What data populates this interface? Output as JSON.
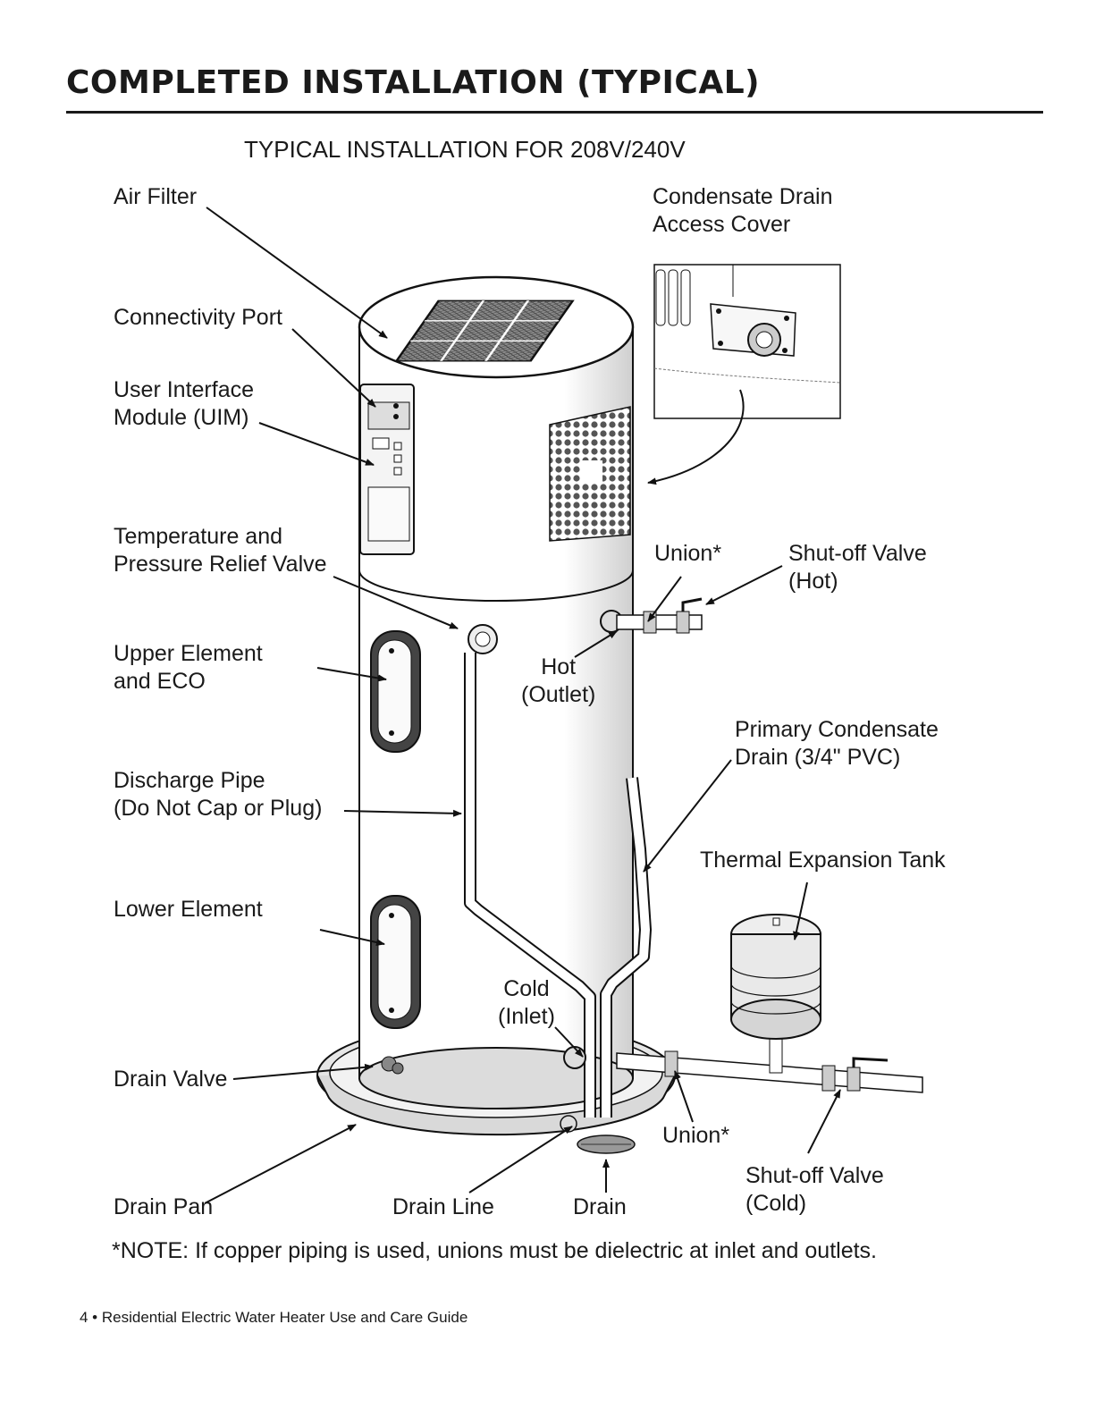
{
  "header": {
    "title": "COMPLETED INSTALLATION (TYPICAL)",
    "subtitle": "TYPICAL INSTALLATION FOR 208V/240V"
  },
  "labels": {
    "air_filter": "Air Filter",
    "connectivity_port": "Connectivity Port",
    "uim": [
      "User Interface",
      "Module (UIM)"
    ],
    "tp_valve": [
      "Temperature and",
      "Pressure Relief Valve"
    ],
    "upper_element": [
      "Upper Element",
      "and ECO"
    ],
    "discharge_pipe": [
      "Discharge Pipe",
      "(Do Not Cap or Plug)"
    ],
    "lower_element": "Lower Element",
    "drain_valve": "Drain Valve",
    "drain_pan": "Drain Pan",
    "drain_line": "Drain Line",
    "drain": "Drain",
    "condensate_cover": [
      "Condensate Drain",
      "Access Cover"
    ],
    "union_hot": "Union*",
    "shutoff_hot": [
      "Shut-off Valve",
      "(Hot)"
    ],
    "hot_outlet": [
      "Hot",
      "(Outlet)"
    ],
    "primary_condensate": [
      "Primary Condensate",
      "Drain (3/4\" PVC)"
    ],
    "thermal_tank": "Thermal Expansion Tank",
    "cold_inlet": [
      "Cold",
      "(Inlet)"
    ],
    "union_cold": "Union*",
    "shutoff_cold": [
      "Shut-off Valve",
      "(Cold)"
    ]
  },
  "note": "*NOTE: If copper piping is used, unions must be dielectric at inlet and outlets.",
  "footer": "4 • Residential Electric Water Heater Use and Care Guide"
}
